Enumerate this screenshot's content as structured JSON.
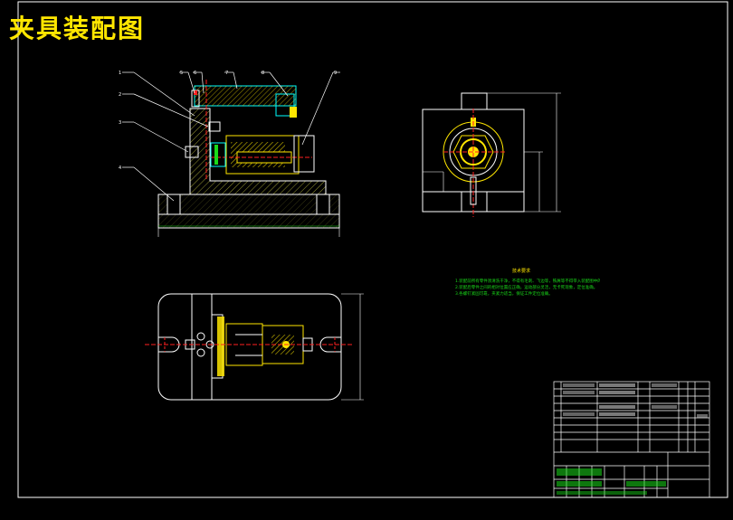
{
  "drawing": {
    "title": "夹具装配图"
  },
  "balloons": [
    "1",
    "2",
    "3",
    "4",
    "5",
    "6",
    "7",
    "8",
    "9"
  ],
  "tech_requirements": {
    "title": "技术要求",
    "lines": [
      "1.装配前所有零件须清洗干净，不得有毛刺、飞边等，铁屑等不得带入装配图中的配合表面。",
      "2.装配后零件之间的相对位置应正确，运动部分灵活，无卡死现象，定位准确。",
      "3.各螺钉紧固可靠，夹紧力适当，保证工件定位准确。"
    ]
  },
  "colors": {
    "frame": "#ffffff",
    "outline": "#ffffff",
    "cyan": "#00ffff",
    "yellow": "#ffe600",
    "green": "#19d919",
    "red": "#ff2020",
    "hatch": "#cfcf30"
  }
}
